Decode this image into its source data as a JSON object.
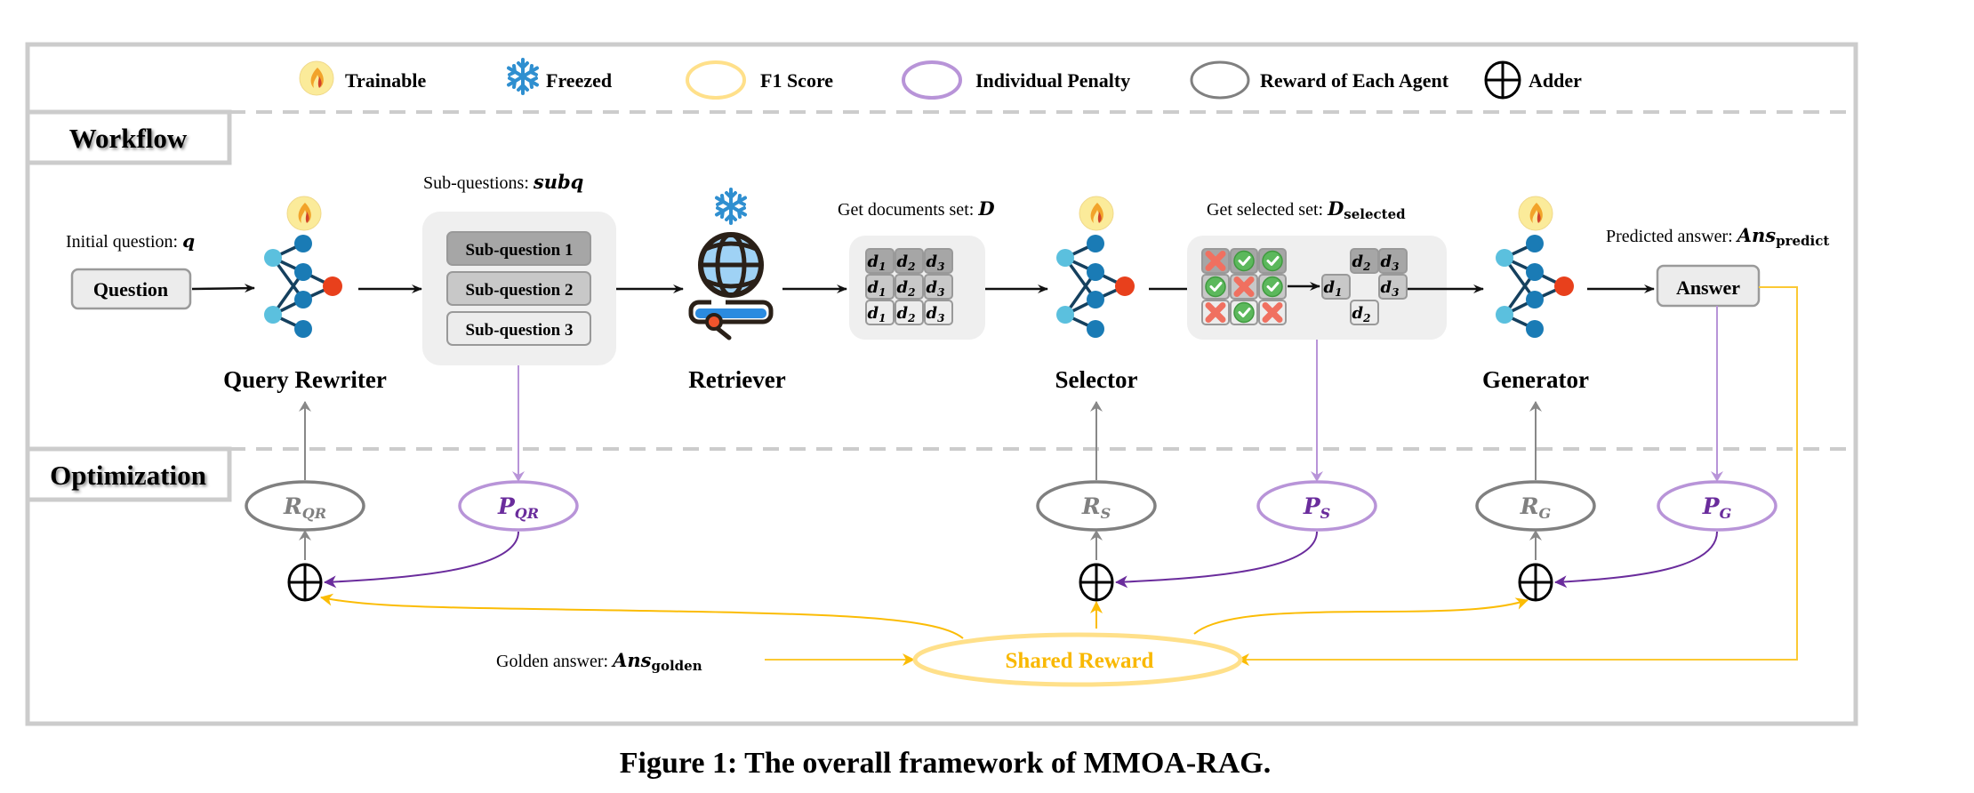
{
  "legend": {
    "trainable": "Trainable",
    "freezed": "Freezed",
    "f1_score": "F1 Score",
    "individual_penalty": "Individual Penalty",
    "reward_each_agent": "Reward of Each Agent",
    "adder": "Adder"
  },
  "sections": {
    "workflow": "Workflow",
    "optimization": "Optimization"
  },
  "workflow": {
    "initial_question_label": "Initial question: ",
    "initial_question_symbol": "q",
    "question_box": "Question",
    "subq_label": "Sub-questions: ",
    "subq_symbol": "subq",
    "sub_questions": [
      "Sub-question 1",
      "Sub-question 2",
      "Sub-question 3"
    ],
    "docs_label": "Get documents set: ",
    "docs_symbol": "D",
    "doc_grid": [
      [
        "d",
        "1"
      ],
      [
        "d",
        "2"
      ],
      [
        "d",
        "3"
      ]
    ],
    "selected_label": "Get selected set: ",
    "selected_symbol": "D",
    "selected_subscript": "selected",
    "selection_marks": [
      [
        "cross",
        "check",
        "check"
      ],
      [
        "check",
        "cross",
        "check"
      ],
      [
        "cross",
        "check",
        "cross"
      ]
    ],
    "predicted_label": "Predicted answer: ",
    "predicted_symbol": "Ans",
    "predicted_subscript": "predict",
    "answer_box": "Answer",
    "agents": {
      "query_rewriter": "Query Rewriter",
      "retriever": "Retriever",
      "selector": "Selector",
      "generator": "Generator"
    }
  },
  "optimization": {
    "rewards": [
      {
        "symbol": "R",
        "sub": "QR"
      },
      {
        "symbol": "R",
        "sub": "S"
      },
      {
        "symbol": "R",
        "sub": "G"
      }
    ],
    "penalties": [
      {
        "symbol": "P",
        "sub": "QR"
      },
      {
        "symbol": "P",
        "sub": "S"
      },
      {
        "symbol": "P",
        "sub": "G"
      }
    ],
    "golden_label": "Golden answer: ",
    "golden_symbol": "Ans",
    "golden_subscript": "golden",
    "shared_reward": "Shared Reward"
  },
  "caption": "Figure 1: The overall framework of MMOA-RAG.",
  "colors": {
    "frame": "#cccccc",
    "f1": "#ffe08a",
    "shared_text": "#f9b800",
    "penalty_stroke": "#b894d8",
    "penalty_text": "#6a2c9c",
    "reward_stroke": "#808080",
    "node_light": "#5bc0de",
    "node_dark": "#1a7bb5",
    "node_out": "#e8401c"
  }
}
